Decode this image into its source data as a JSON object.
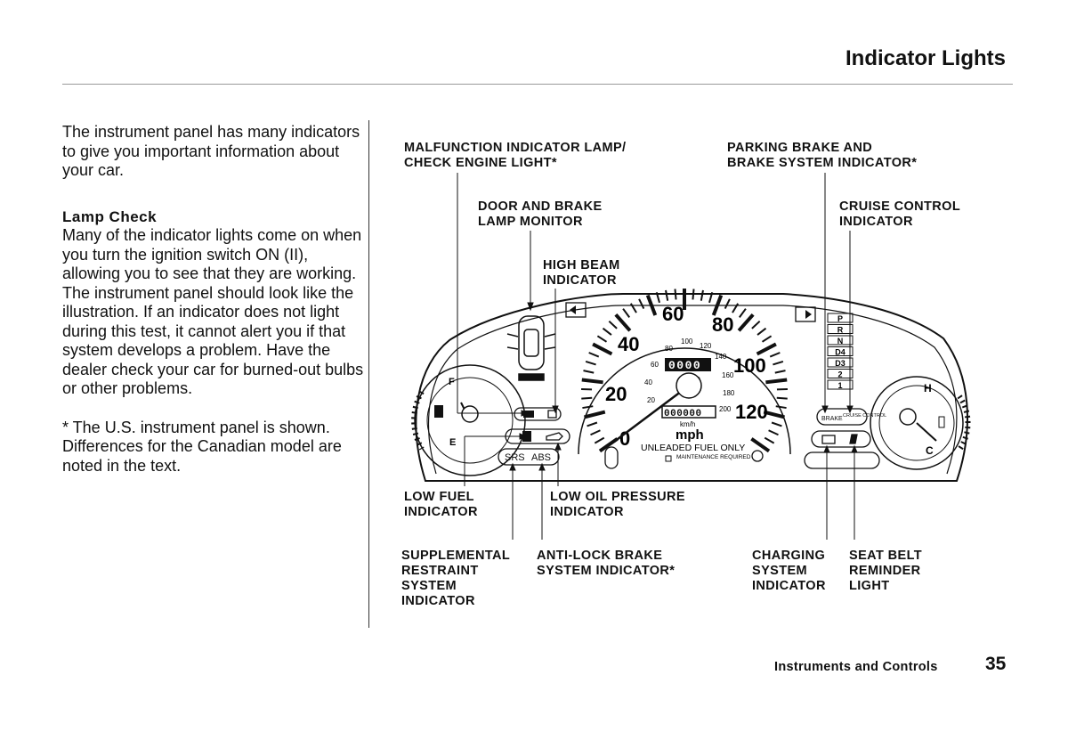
{
  "header": {
    "title": "Indicator Lights"
  },
  "body": {
    "intro": "The instrument panel has many indicators to give you important information about your car.",
    "lamp_check_heading": "Lamp Check",
    "lamp_check_text": "Many of the indicator lights come on when you turn the ignition switch ON (II), allowing you to see that they are working. The instrument panel should look like the illustration. If an indicator does not light during this test, it cannot alert you if that system develops a problem. Have the dealer check your car for burned-out bulbs or other problems.",
    "note": "* The U.S. instrument panel is shown. Differences for the Canadian model are noted in the text."
  },
  "callouts": {
    "malfunction": "MALFUNCTION INDICATOR LAMP/\nCHECK ENGINE LIGHT*",
    "door_brake": "DOOR AND BRAKE\nLAMP MONITOR",
    "high_beam": "HIGH BEAM\nINDICATOR",
    "parking_brake": "PARKING BRAKE AND\nBRAKE SYSTEM INDICATOR*",
    "cruise": "CRUISE CONTROL\nINDICATOR",
    "low_fuel": "LOW FUEL\nINDICATOR",
    "low_oil": "LOW OIL PRESSURE\nINDICATOR",
    "srs": "SUPPLEMENTAL\nRESTRAINT\nSYSTEM\nINDICATOR",
    "abs": "ANTI-LOCK BRAKE\nSYSTEM INDICATOR*",
    "charging": "CHARGING\nSYSTEM\nINDICATOR",
    "seat_belt": "SEAT BELT\nREMINDER\nLIGHT"
  },
  "gauge": {
    "mph_major": [
      "0",
      "20",
      "40",
      "60",
      "80",
      "100",
      "120"
    ],
    "kmh_minor": [
      "20",
      "40",
      "60",
      "80",
      "100",
      "120",
      "140",
      "160",
      "180",
      "200"
    ],
    "unit_mph": "mph",
    "unit_kmh": "km/h",
    "odometer": "0000",
    "trip": "000000",
    "fuel_note": "UNLEADED FUEL ONLY",
    "maintenance": "MAINTENANCE\nREQUIRED",
    "srs_label": "SRS",
    "abs_label": "ABS",
    "brake_label": "BRAKE",
    "cruise_label": "CRUISE\nCONTROL",
    "fuel_full": "F",
    "fuel_empty": "E",
    "temp_hot": "H",
    "temp_cold": "C",
    "gear_positions": [
      "P",
      "R",
      "N",
      "D4",
      "D3",
      "2",
      "1"
    ]
  },
  "footer": {
    "section": "Instruments and Controls",
    "page": "35"
  }
}
